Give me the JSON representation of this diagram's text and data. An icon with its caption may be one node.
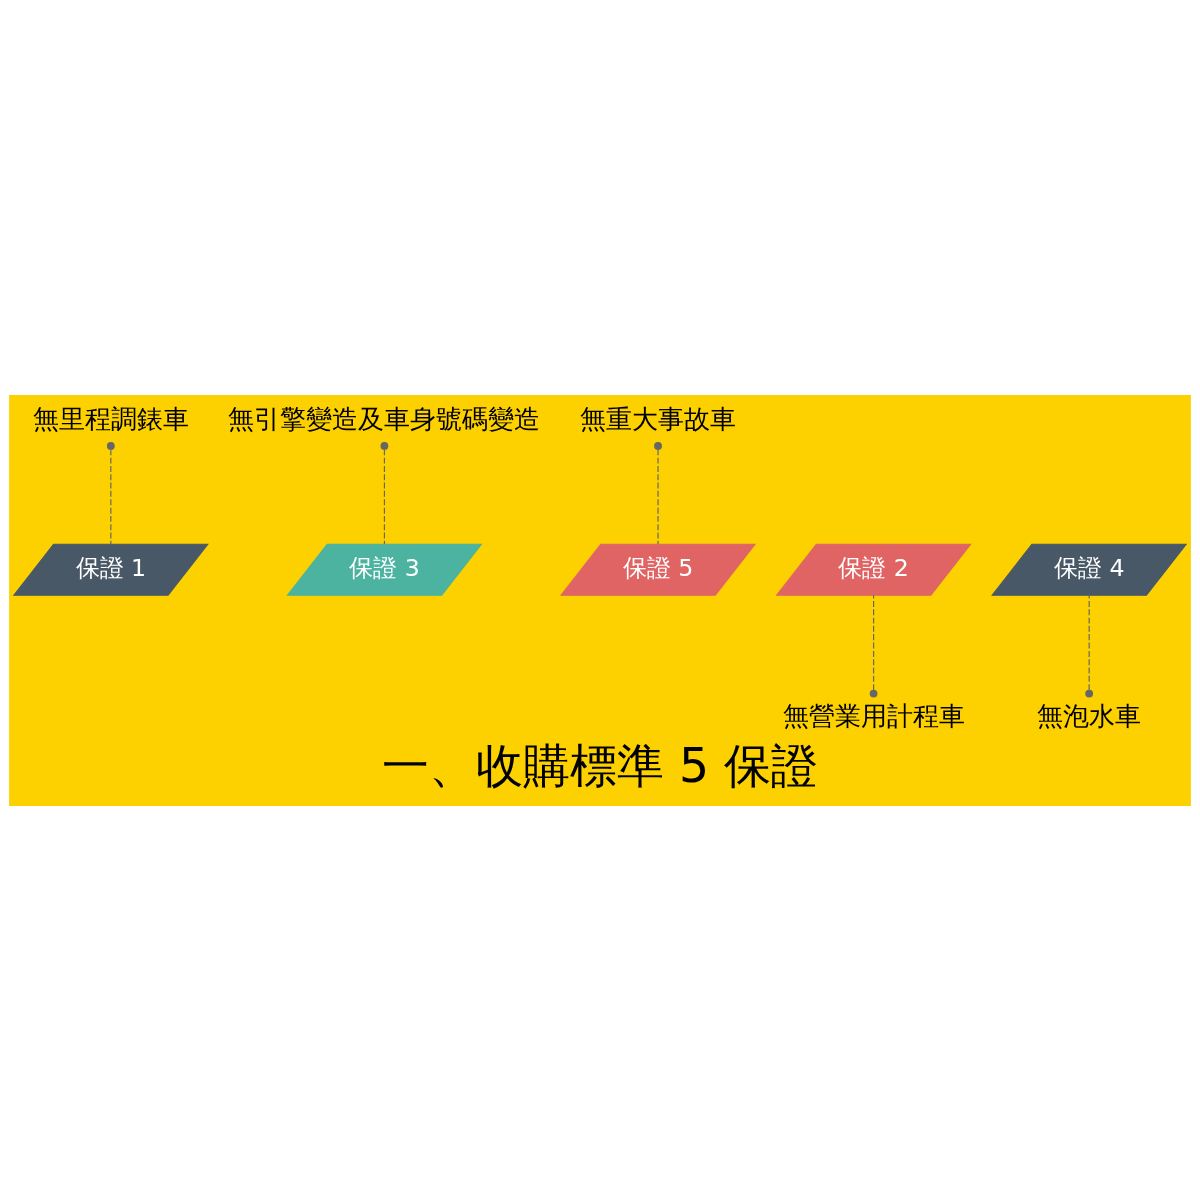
{
  "diagram": {
    "title": "一、收購標準 5 保證",
    "nodes": [
      {
        "text": [
          "無里程調錶車"
        ]
      },
      {
        "text": [
          "無引擎變造及車身號碼變造"
        ]
      },
      {
        "text": [
          "無重大事故車"
        ]
      },
      {
        "text": [
          "保證 1"
        ]
      },
      {
        "text": [
          "保證 2"
        ]
      },
      {
        "text": [
          "保證 3"
        ]
      },
      {
        "text": [
          "保證 4"
        ]
      },
      {
        "text": [
          "保證 5"
        ]
      },
      {
        "text": [
          "無營業用計程車"
        ]
      },
      {
        "text": [
          "無泡水車"
        ]
      }
    ],
    "edges": [
      {
        "from": 0,
        "to": 3,
        "arrow": "other",
        "style": "dashed"
      },
      {
        "from": 8,
        "to": 4,
        "arrow": "other",
        "style": "dashed"
      },
      {
        "from": 1,
        "to": 5,
        "arrow": "other",
        "style": "dashed"
      },
      {
        "from": 9,
        "to": 6,
        "arrow": "other",
        "style": "dashed"
      },
      {
        "from": 2,
        "to": 7,
        "arrow": "other",
        "style": "dashed"
      }
    ]
  }
}
